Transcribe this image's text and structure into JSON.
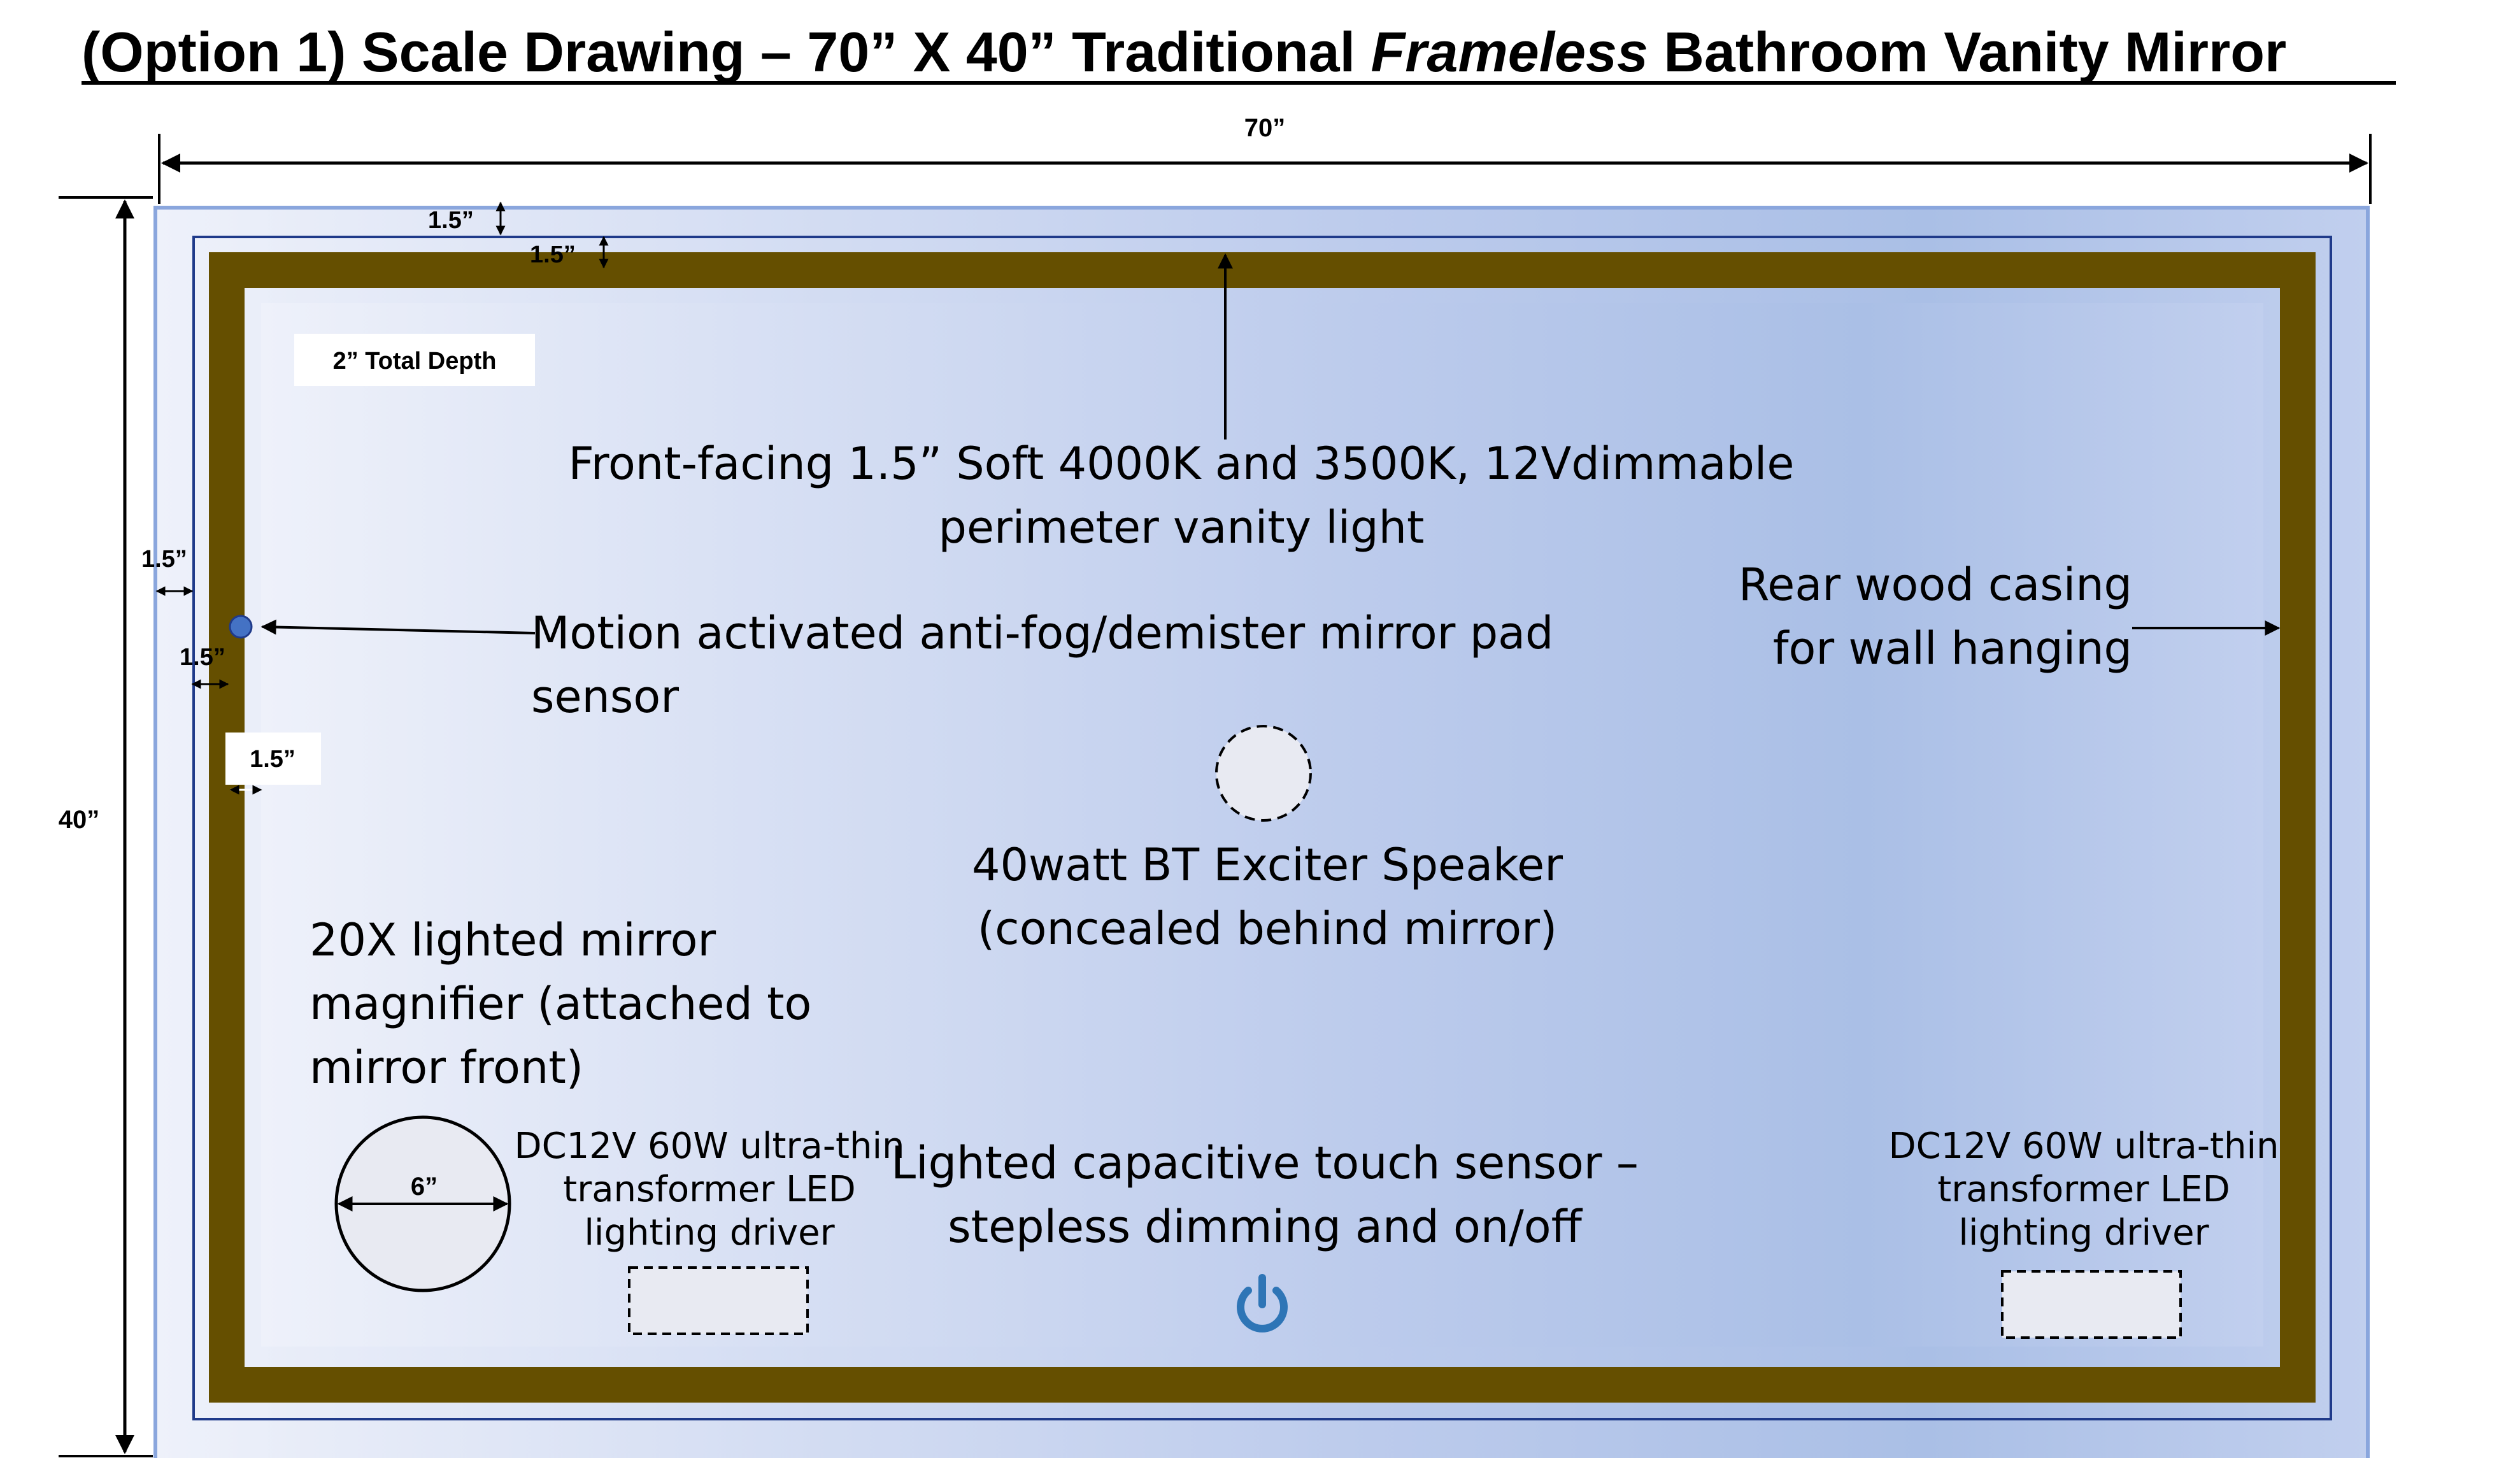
{
  "title": {
    "part1": "(Option 1) Scale Drawing – 70” X 40” Traditional ",
    "italic": "Frameless",
    "part2": " Bathroom Vanity Mirror"
  },
  "dimensions": {
    "width": "70”",
    "height": "40”",
    "top_outer": "1.5”",
    "top_inner": "1.5”",
    "left_outer": "1.5”",
    "left_inner": "1.5”",
    "side_box": "1.5”",
    "depth_label": "2” Total Depth",
    "magnifier_diameter": "6”"
  },
  "annotations": {
    "front_light_line1": "Front-facing 1.5” Soft 4000K and 3500K, 12Vdimmable",
    "front_light_line2": "perimeter vanity light",
    "motion_line1": "Motion activated anti-fog/demister mirror pad",
    "motion_line2": "sensor",
    "rear_line1": "Rear wood casing",
    "rear_line2": "for wall hanging",
    "speaker_line1": "40watt BT Exciter Speaker",
    "speaker_line2": "(concealed behind mirror)",
    "magnifier_line1": "20X lighted mirror",
    "magnifier_line2": "magnifier (attached to",
    "magnifier_line3": "mirror front)",
    "driver_left_line1": "DC12V 60W ultra-thin",
    "driver_left_line2": "transformer LED",
    "driver_left_line3": "lighting driver",
    "touch_line1": "Lighted capacitive touch sensor –",
    "touch_line2": "stepless dimming and on/off",
    "driver_right_line1": "DC12V 60W ultra-thin",
    "driver_right_line2": "transformer LED",
    "driver_right_line3": "lighting driver"
  },
  "icons": {
    "power": "power-icon",
    "speaker": "speaker-circle-icon",
    "sensor": "sensor-dot-icon"
  },
  "colors": {
    "wood_casing": "#654f00",
    "mirror_light": "#eef1fa",
    "mirror_mid": "#aabfe6",
    "frame_border": "#8aa6dd",
    "inner_border": "#1f3a8a",
    "sensor_dot": "#4472c4",
    "power_icon": "#2e75b6",
    "device_fill": "#e8eaf2",
    "line": "#000000"
  }
}
